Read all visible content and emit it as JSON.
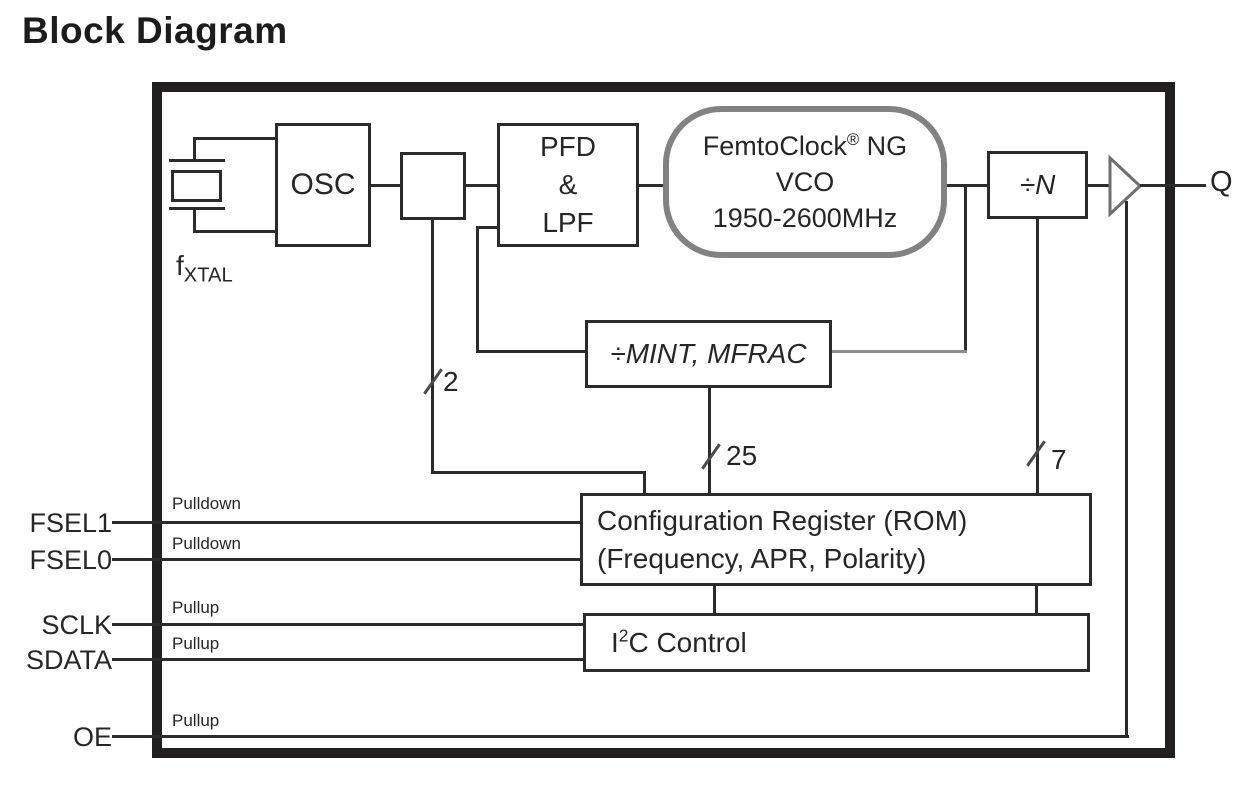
{
  "title": "Block Diagram",
  "diagram": {
    "fxtal": {
      "base": "f",
      "sub": "XTAL"
    },
    "osc_label": "OSC",
    "pfd": {
      "l1": "PFD",
      "l2": "&",
      "l3": "LPF"
    },
    "vco": {
      "brand": "FemtoClock",
      "reg": "®",
      "suffix": " NG",
      "l2": "VCO",
      "l3": "1950-2600MHz"
    },
    "divn_label": "÷N",
    "mint_label": "÷MINT, MFRAC",
    "config": {
      "l1": "Configuration Register (ROM)",
      "l2": "(Frequency, APR, Polarity)"
    },
    "i2c": {
      "base": "I",
      "sup": "2",
      "rest": "C Control"
    },
    "q_label": "Q",
    "buses": {
      "osc_bus": "2",
      "mint_bus": "25",
      "divn_bus": "7"
    },
    "pins": [
      {
        "name": "FSEL1",
        "resistor": "Pulldown"
      },
      {
        "name": "FSEL0",
        "resistor": "Pulldown"
      },
      {
        "name": "SCLK",
        "resistor": "Pullup"
      },
      {
        "name": "SDATA",
        "resistor": "Pullup"
      },
      {
        "name": "OE",
        "resistor": "Pullup"
      }
    ],
    "colors": {
      "line": "#2b2b2b",
      "feedback_gray": "#8a8c8e",
      "vco_border": "#808285"
    }
  }
}
